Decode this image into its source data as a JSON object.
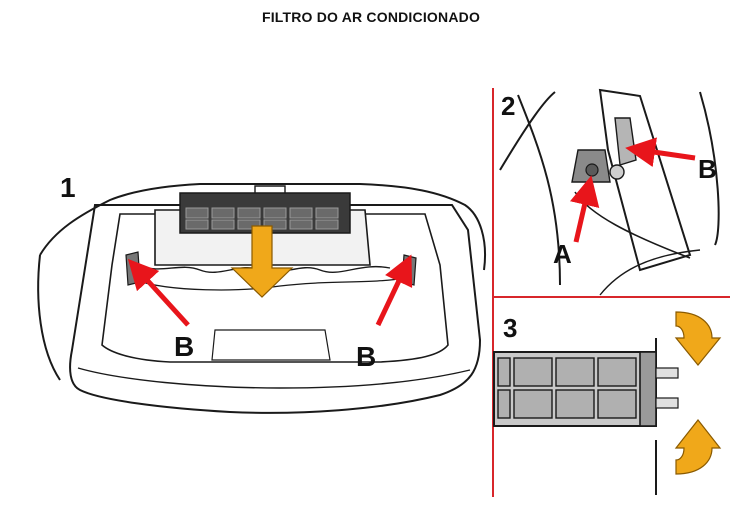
{
  "title": "FILTRO DO AR CONDICIONADO",
  "colors": {
    "arrow_red": "#e8151b",
    "arrow_yellow": "#f0a81a",
    "divider_red": "#d8262b",
    "line": "#1a1a1a",
    "shade": "#c9c9c9",
    "filter_dark": "#3a3a3a"
  },
  "panels": [
    {
      "number": "1",
      "labels": [
        "B",
        "B"
      ]
    },
    {
      "number": "2",
      "labels": [
        "A",
        "B"
      ]
    },
    {
      "number": "3",
      "labels": []
    }
  ]
}
